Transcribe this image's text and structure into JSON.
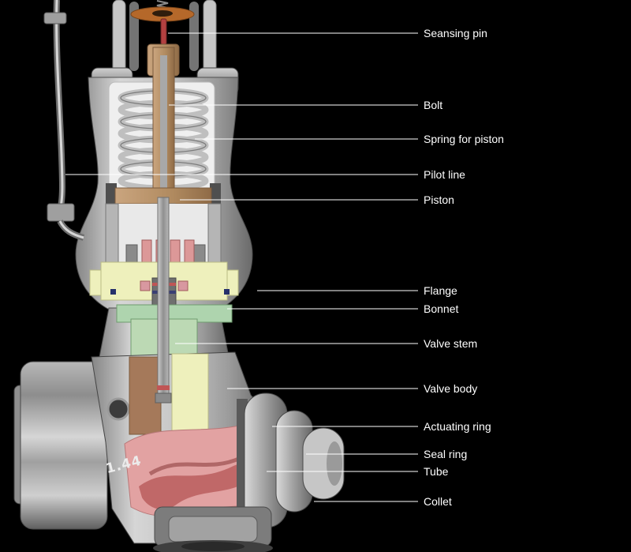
{
  "figure": {
    "description": "Cutaway technical diagram of a pilot-operated valve with part labels",
    "body_marking": "1.44",
    "labels": [
      {
        "text": "Seansing pin"
      },
      {
        "text": "Bolt"
      },
      {
        "text": "Spring for piston"
      },
      {
        "text": "Pilot line"
      },
      {
        "text": "Piston"
      },
      {
        "text": "Flange"
      },
      {
        "text": "Bonnet"
      },
      {
        "text": "Valve stem"
      },
      {
        "text": "Valve body"
      },
      {
        "text": "Actuating ring"
      },
      {
        "text": "Seal ring"
      },
      {
        "text": "Tube"
      },
      {
        "text": "Collet"
      }
    ],
    "colors": {
      "background": "#000000",
      "label_text": "#ffffff",
      "leader_line": "#ffffff",
      "flange_yellow": "#eef0bc",
      "bonnet_green": "#aed4ae",
      "bonnet_green_light": "#bcd9b4",
      "tube_pink": "#e2a2a2",
      "tube_pink_dark": "#c06868",
      "brass_tan": "#b9946c",
      "brown_block": "#a5795a",
      "sensing_disc_orange": "#b5682a",
      "pin_red": "#b34040",
      "bolt_pink": "#dc9898"
    }
  }
}
